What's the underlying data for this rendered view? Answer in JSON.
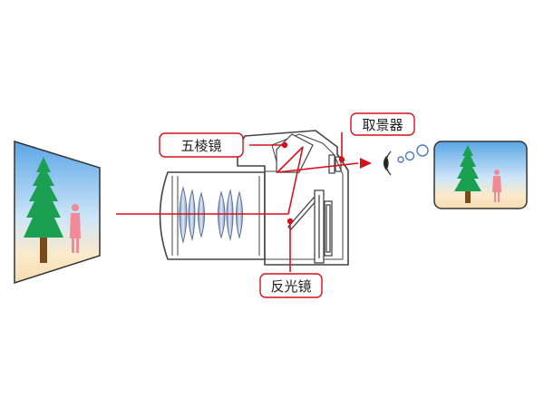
{
  "labels": {
    "pentaprism": "五棱镜",
    "viewfinder": "取景器",
    "reflex_mirror": "反光镜"
  },
  "colors": {
    "light_path": "#d7111b",
    "outline": "#444444",
    "lens": "#9fb3d4",
    "sky_top": "#5aa6e6",
    "ground": "#f7dcb0",
    "tree": "#1aa050",
    "trunk": "#7a4a1a",
    "person": "#f08a96"
  },
  "icons": [
    "eye-icon",
    "tree-icon",
    "person-icon",
    "thought-bubble-icon"
  ]
}
